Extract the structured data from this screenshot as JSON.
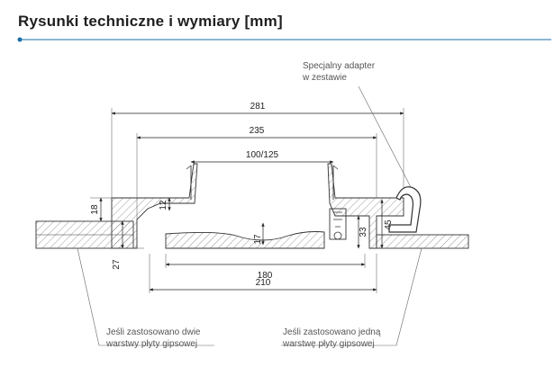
{
  "header": {
    "title": "Rysunki techniczne i wymiary [mm]",
    "accent_color": "#1a6fa8"
  },
  "callouts": {
    "adapter_line1": "Specjalny adapter",
    "adapter_line2": "w zestawie",
    "two_layers_line1": "Jeśli zastosowano dwie",
    "two_layers_line2": "warstwy płyty gipsowej",
    "one_layer_line1": "Jeśli zastosowano jedną",
    "one_layer_line2": "warstwę płyty gipsowej"
  },
  "dimensions": {
    "d281": "281",
    "d235": "235",
    "d100_125": "100/125",
    "d180": "180",
    "d210": "210",
    "d18": "18",
    "d27": "27",
    "d12": "12",
    "d17": "17",
    "d33": "33",
    "d45": "45"
  }
}
